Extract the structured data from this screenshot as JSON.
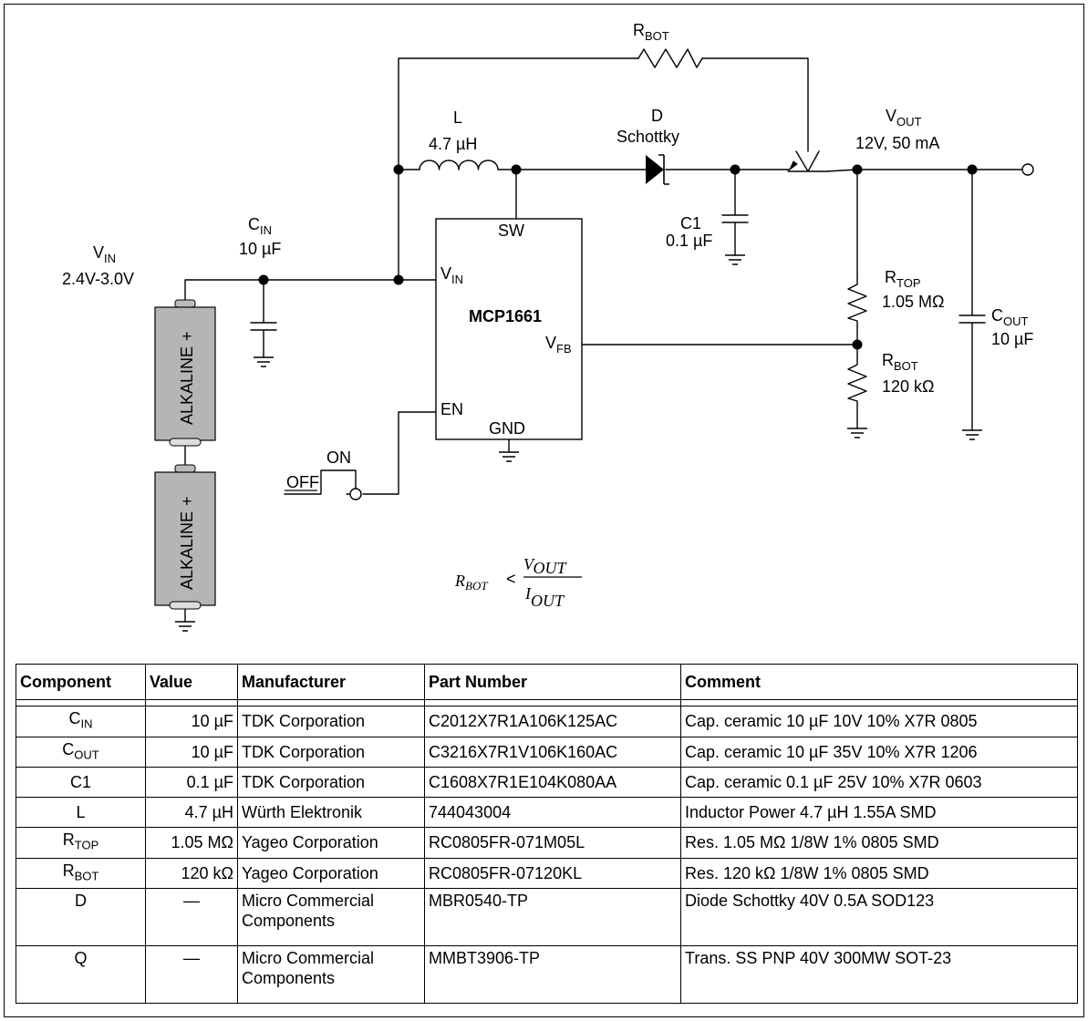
{
  "labels": {
    "rbot_top": {
      "main": "R",
      "sub": "BOT"
    },
    "inductor_name": "L",
    "inductor_value": "4.7 µH",
    "diode_name": "D",
    "diode_type": "Schottky",
    "vout": {
      "main": "V",
      "sub": "OUT"
    },
    "vout_spec": "12V, 50 mA",
    "cin": {
      "main": "C",
      "sub": "IN"
    },
    "cin_value": "10 µF",
    "vin": {
      "main": "V",
      "sub": "IN"
    },
    "vin_range": "2.4V-3.0V",
    "c1_name": "C1",
    "c1_value": "0.1 µF",
    "rtop": {
      "main": "R",
      "sub": "TOP"
    },
    "rtop_value": "1.05 MΩ",
    "cout": {
      "main": "C",
      "sub": "OUT"
    },
    "cout_value": "10 µF",
    "rbot": {
      "main": "R",
      "sub": "BOT"
    },
    "rbot_value": "120 kΩ",
    "battery_label": "ALKALINE",
    "battery_plus": "+",
    "switch_on": "ON",
    "switch_off": "OFF"
  },
  "chip": {
    "name": "MCP1661",
    "pin_sw": "SW",
    "pin_vin": {
      "main": "V",
      "sub": "IN"
    },
    "pin_vfb": {
      "main": "V",
      "sub": "FB"
    },
    "pin_en": "EN",
    "pin_gnd": "GND"
  },
  "formula": {
    "lhs": {
      "main": "R",
      "sub": "BOT"
    },
    "op": "<",
    "num": "V",
    "num_sub": "OUT",
    "den": "I",
    "den_sub": "OUT"
  },
  "bom": {
    "header": [
      "Component",
      "Value",
      "Manufacturer",
      "Part Number",
      "Comment"
    ],
    "rows": [
      {
        "comp": "C",
        "comp_sub": "IN",
        "value": "10 µF",
        "mfr": "TDK Corporation",
        "part": "C2012X7R1A106K125AC",
        "comment": "Cap. ceramic 10 µF 10V 10% X7R 0805"
      },
      {
        "comp": "C",
        "comp_sub": "OUT",
        "value": "10 µF",
        "mfr": "TDK Corporation",
        "part": "C3216X7R1V106K160AC",
        "comment": "Cap. ceramic 10 µF 35V 10% X7R 1206"
      },
      {
        "comp": "C1",
        "comp_sub": "",
        "value": "0.1 µF",
        "mfr": "TDK Corporation",
        "part": "C1608X7R1E104K080AA",
        "comment": "Cap. ceramic 0.1 µF 25V 10% X7R 0603"
      },
      {
        "comp": "L",
        "comp_sub": "",
        "value": "4.7 µH",
        "mfr": "Würth Elektronik",
        "part": "744043004",
        "comment": "Inductor Power 4.7 µH 1.55A SMD"
      },
      {
        "comp": "R",
        "comp_sub": "TOP",
        "value": "1.05 MΩ",
        "mfr": "Yageo Corporation",
        "part": "RC0805FR-071M05L",
        "comment": "Res. 1.05 MΩ 1/8W 1% 0805 SMD"
      },
      {
        "comp": "R",
        "comp_sub": "BOT",
        "value": "120 kΩ",
        "mfr": "Yageo Corporation",
        "part": "RC0805FR-07120KL",
        "comment": "Res. 120 kΩ 1/8W 1% 0805 SMD"
      },
      {
        "comp": "D",
        "comp_sub": "",
        "value": "—",
        "mfr": "Micro Commercial Components",
        "part": "MBR0540-TP",
        "comment": "Diode Schottky 40V 0.5A SOD123"
      },
      {
        "comp": "Q",
        "comp_sub": "",
        "value": "—",
        "mfr": "Micro Commercial Components",
        "part": "MMBT3906-TP",
        "comment": "Trans. SS PNP 40V 300MW SOT-23"
      }
    ]
  }
}
